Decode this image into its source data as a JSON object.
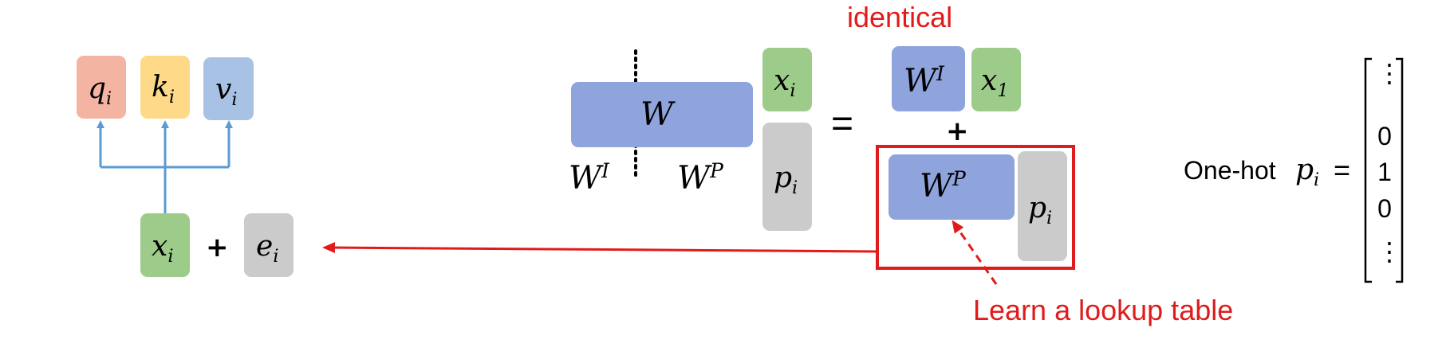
{
  "colors": {
    "q_box": "#f4b4a2",
    "k_box": "#fdd988",
    "v_box": "#a8c2e6",
    "x_box": "#9dcc8a",
    "p_box": "#cbcbcb",
    "w_box": "#8fa4dc",
    "annotation_red": "#e11b1b",
    "connector_blue": "#5b9bd5"
  },
  "left": {
    "q": {
      "base": "q",
      "sub": "i"
    },
    "k": {
      "base": "k",
      "sub": "i"
    },
    "v": {
      "base": "v",
      "sub": "i"
    },
    "x": {
      "base": "x",
      "sub": "i"
    },
    "e": {
      "base": "e",
      "sub": "i"
    },
    "plus": "+"
  },
  "middle": {
    "w_block": "W",
    "w_left_label": {
      "base": "W",
      "sup": "I"
    },
    "w_right_label": {
      "base": "W",
      "sup": "P"
    },
    "x_col": {
      "base": "x",
      "sub": "i"
    },
    "p_col": {
      "base": "p",
      "sub": "i"
    },
    "equals": "="
  },
  "right": {
    "identical_label": "identical",
    "wi_block": {
      "base": "W",
      "sup": "I"
    },
    "x1": {
      "base": "x",
      "sub": "1"
    },
    "plus": "+",
    "wp_block": {
      "base": "W",
      "sup": "P"
    },
    "p_col": {
      "base": "p",
      "sub": "i"
    },
    "lookup_label": "Learn a lookup table"
  },
  "onehot": {
    "label": "One-hot",
    "symbol": {
      "base": "p",
      "sub": "i"
    },
    "equals": "=",
    "vector": [
      "⋮",
      "0",
      "1",
      "0",
      "⋮"
    ]
  }
}
